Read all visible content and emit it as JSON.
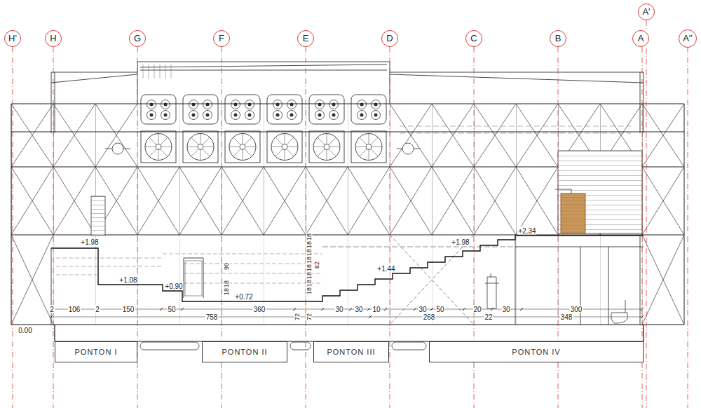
{
  "diagram": {
    "nodes": [
      {
        "text": [
          "H'"
        ]
      },
      {
        "text": [
          "H"
        ]
      },
      {
        "text": [
          "G"
        ]
      },
      {
        "text": [
          "F"
        ]
      },
      {
        "text": [
          "E"
        ]
      },
      {
        "text": [
          "D"
        ]
      },
      {
        "text": [
          "C"
        ]
      },
      {
        "text": [
          "B"
        ]
      },
      {
        "text": [
          "A'"
        ]
      },
      {
        "text": [
          "A"
        ]
      },
      {
        "text": [
          "A''"
        ]
      },
      {
        "text": [
          "PONTON I"
        ]
      },
      {
        "text": [
          "PONTON II"
        ]
      },
      {
        "text": [
          "PONTON III"
        ]
      },
      {
        "text": [
          "PONTON IV"
        ]
      }
    ],
    "labels": [
      "+1.98",
      "+1.08",
      "+0.90",
      "+0.72",
      "+1.44",
      "+1.98",
      "+2.34",
      "0.00",
      "2",
      "106",
      "2",
      "150",
      "50",
      "360",
      "72",
      "72",
      "30",
      "30",
      "10",
      "30",
      "50",
      "20",
      "30",
      "300",
      "758",
      "268",
      "22",
      "348",
      "90",
      "18",
      "18",
      "62",
      "18",
      "18",
      "18",
      "18",
      "18",
      "18",
      "18",
      "18"
    ]
  }
}
